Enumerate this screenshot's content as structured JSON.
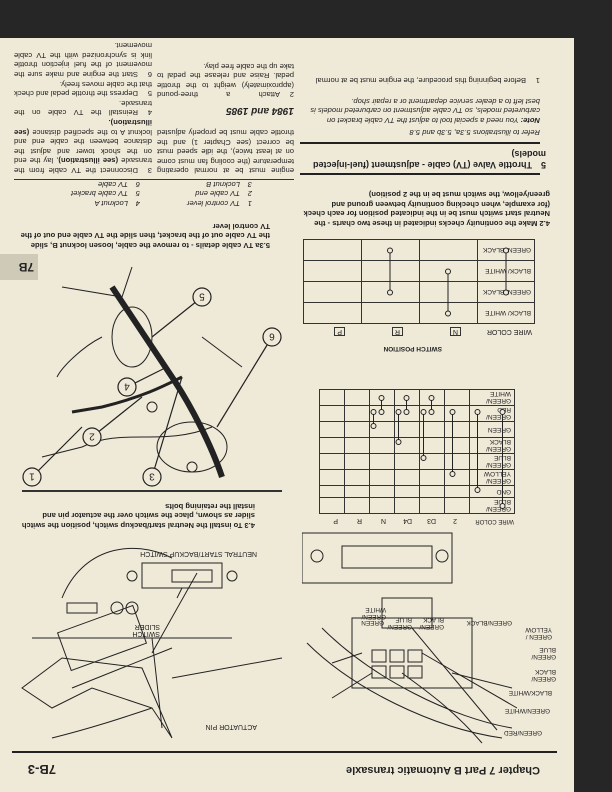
{
  "header": {
    "chapter": "Chapter 7  Part B  Automatic transaxle",
    "page_number": "7B-3",
    "side_tab": "7B"
  },
  "connector_labels": {
    "green_red": "GREEN/RED",
    "green_white_1": "GREEN/WHITE",
    "black_white": "BLACK/WHITE",
    "green_black_1": "GREEN/ BLACK",
    "green_blue_1": "GREEN/ BLUE",
    "green_yellow": "GREEN / YELLOW",
    "green_black_2": "GREEN/BLACK",
    "green_black_3": "GREEN/ BLACK",
    "green_blue_2": "GREEN/ BLUE",
    "green": "GREEN",
    "green_white_2": "GREEN/ WHITE"
  },
  "table1": {
    "header": [
      "WIRE COLOR",
      "2",
      "D3",
      "D4",
      "N",
      "R",
      "P"
    ],
    "rows": [
      "GREEN/ BLUE",
      "GND",
      "GREEN/ YELLOW",
      "GREEN/ BLUE",
      "GREEN/ BLACK",
      "GREEN",
      "GREEN/ RED",
      "GREEN/ WHITE"
    ]
  },
  "table2": {
    "title": "SWITCH POSITION",
    "header": [
      "WIRE COLOR",
      "N",
      "R",
      "P"
    ],
    "rows": [
      "BLACK/ WHITE",
      "GREEN/ BLACK",
      "BLACK/ WHITE",
      "GREEN/ BLACK"
    ]
  },
  "caption_4_2": "4.2  Make the continuity checks indicated in these two charts - the Neutral start switch must be in the indicated position for each check (for example, when checking continuity between ground and green/yellow, the switch must be in the 2 position)",
  "section5": {
    "number": "5",
    "title": "Throttle Valve (TV) cable - adjustment (fuel-injected models)",
    "refer": "Refer to illustrations 5.3a, 5.3b and 5.8",
    "note_label": "Note:",
    "note": "You need a special tool to adjust the TV cable bracket on carbureted models, so TV cable adjustment on carbureted models is best left to a dealer service department or a repair shop.",
    "step1_num": "1",
    "step1": "Before beginning this procedure, the engine must be at normal operating temperature (the cooling fan must come on at least twice), the idle speed must be correct (see Chapter 1) and the throttle cable must be properly adjusted (see Chapter 4).",
    "subheading": "1984 and 1985",
    "step2_num": "2",
    "step2": "Attach a three-pound (approximately) weight to the throttle pedal. Raise and release the pedal to take up the cable free play.",
    "step3_num": "3",
    "step3_a": "Disconnect the TV cable from the transaxle ",
    "step3_b": "(see illustration)",
    "step3_c": ", lay the end on the shock tower and adjust the distance between the cable end and locknut A to the specified distance ",
    "step3_d": "(see illustration).",
    "step4_num": "4",
    "step4": "Reinstall the TV cable on the transaxle.",
    "step5_num": "5",
    "step5": "Depress the throttle pedal and check that the cable moves freely.",
    "step6_num": "6",
    "step6": "Start the engine and make sure the movement of the fuel injection throttle link is synchronized with the TV cable movement."
  },
  "fig_4_3": {
    "label_switch": "NEUTRAL START/BACKUP SWITCH",
    "label_slider": "SWITCH SLIDER",
    "label_pin": "ACTUATOR PIN",
    "caption": "4.3  To install the Neutral start/backup switch, position the switch slider as shown, place the switch over the actuator pin and install the retaining bolts"
  },
  "fig_5_3a": {
    "callouts": [
      "1",
      "2",
      "3",
      "4",
      "5",
      "6"
    ],
    "caption": "5.3a  TV cable details - to remove the cable, loosen locknut B, slide the TV cable out of the bracket, then slide the TV cable end out of the TV control lever",
    "legend": [
      {
        "num": "1",
        "label": "TV control lever"
      },
      {
        "num": "2",
        "label": "TV cable end"
      },
      {
        "num": "3",
        "label": "Locknut B"
      },
      {
        "num": "4",
        "label": "Locknut A"
      },
      {
        "num": "5",
        "label": "TV cable bracket"
      },
      {
        "num": "6",
        "label": "TV cable"
      }
    ]
  }
}
